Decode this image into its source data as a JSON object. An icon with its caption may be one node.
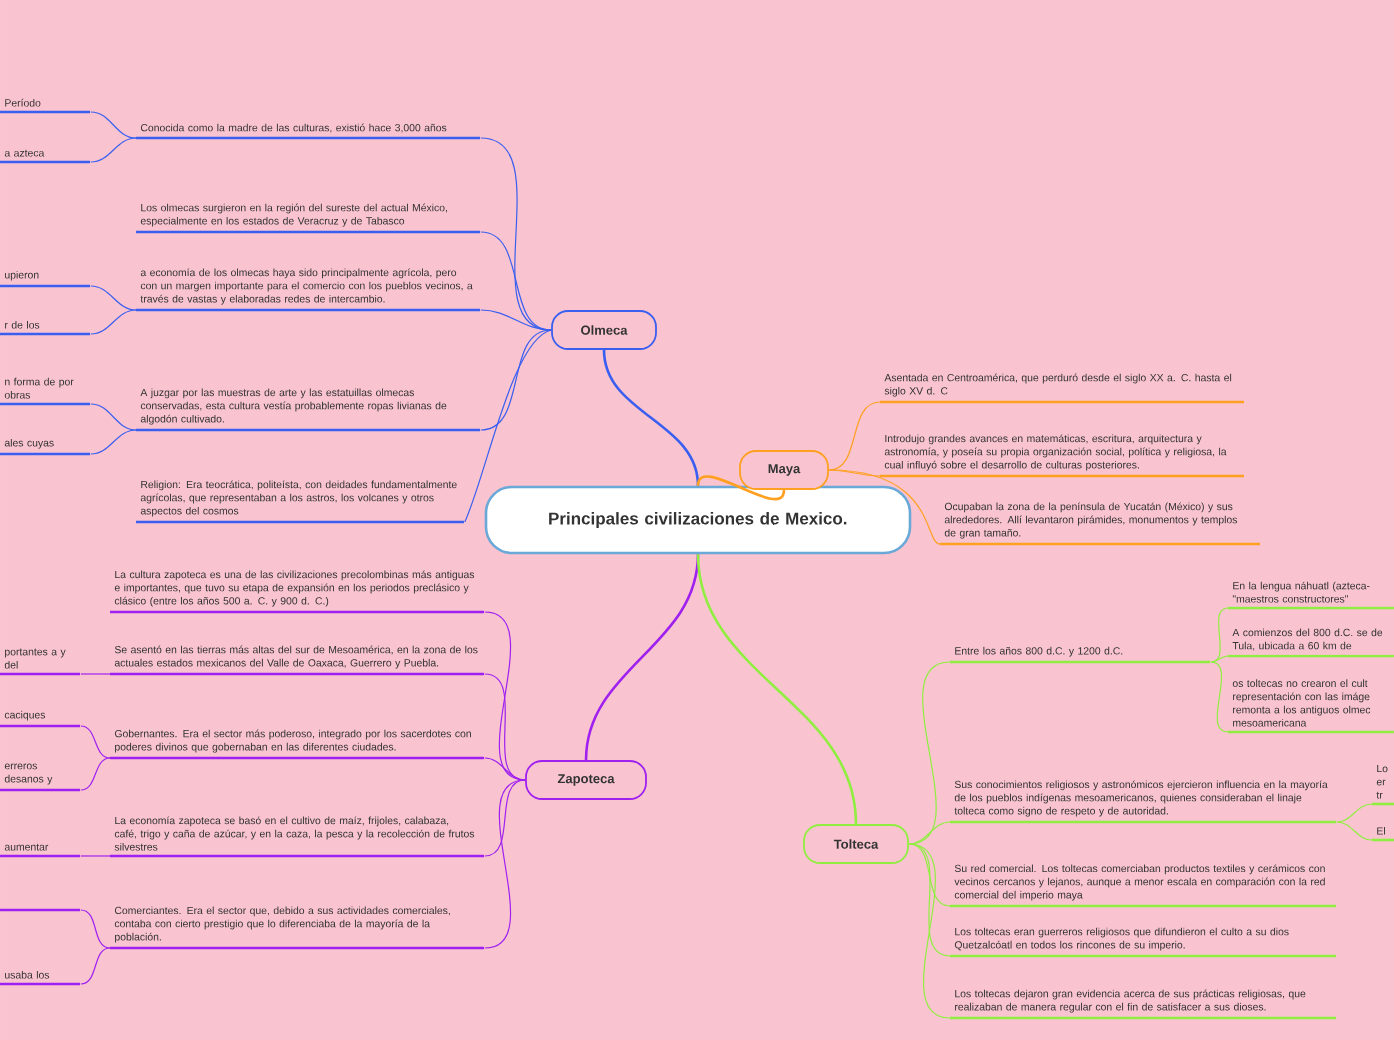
{
  "diagram": {
    "nodes": [
      {
        "text": [
          "Principales civilizaciones de Mexico."
        ]
      },
      {
        "text": [
          "Olmeca"
        ]
      },
      {
        "text": [
          "Conocida como la madre de las culturas, existió hace 3,000 años"
        ]
      },
      {
        "text": [
          "Período"
        ]
      },
      {
        "text": [
          "a azteca"
        ]
      },
      {
        "text": [
          "Los olmecas surgieron en la región del sureste del actual México, especialmente en los estados de Veracruz y de Tabasco"
        ]
      },
      {
        "text": [
          "a economía de los olmecas haya sido principalmente agrícola, pero con un margen importante para el comercio con los pueblos vecinos, a través de vastas y elaboradas redes de intercambio."
        ]
      },
      {
        "text": [
          "upieron"
        ]
      },
      {
        "text": [
          "r de los"
        ]
      },
      {
        "text": [
          "A juzgar por las muestras de arte y las estatuillas olmecas conservadas, esta cultura vestía probablemente ropas livianas de algodón cultivado."
        ]
      },
      {
        "text": [
          "n forma de por obras"
        ]
      },
      {
        "text": [
          "ales cuyas"
        ]
      },
      {
        "text": [
          "Religion: Era teocrática, politeísta, con deidades fundamentalmente agrícolas, que representaban a los astros, los volcanes y otros aspectos del cosmos"
        ]
      },
      {
        "text": [
          "Maya"
        ]
      },
      {
        "text": [
          "Asentada en Centroamérica, que perduró desde el siglo XX a. C. hasta el siglo XV d. C"
        ]
      },
      {
        "text": [
          "Introdujo grandes avances en matemáticas, escritura, arquitectura y astronomía, y poseía su propia organización social, política y religiosa, la cual influyó sobre el desarrollo de culturas posteriores."
        ]
      },
      {
        "text": [
          "Ocupaban la zona de la península de Yucatán (México) y sus alrededores. Allí levantaron pirámides, monumentos y templos de gran tamaño."
        ]
      },
      {
        "text": [
          "Zapoteca"
        ]
      },
      {
        "text": [
          "La cultura zapoteca es una de las civilizaciones precolombinas más antiguas e importantes, que tuvo su etapa de expansión en los periodos preclásico y clásico (entre los años 500 a. C. y 900 d. C.)"
        ]
      },
      {
        "text": [
          "Se asentó en las tierras más altas del sur de Mesoamérica, en la zona de los actuales estados mexicanos del Valle de Oaxaca, Guerrero y Puebla."
        ]
      },
      {
        "text": [
          "portantes a y del"
        ]
      },
      {
        "text": [
          "Gobernantes. Era el sector más poderoso, integrado por los sacerdotes con poderes divinos que gobernaban en las diferentes ciudades."
        ]
      },
      {
        "text": [
          "caciques"
        ]
      },
      {
        "text": [
          "erreros desanos y"
        ]
      },
      {
        "text": [
          "La economía zapoteca se basó en el cultivo de maíz, frijoles, calabaza, café, trigo y caña de azúcar, y en la caza, la pesca y la recolección de frutos silvestres"
        ]
      },
      {
        "text": [
          "aumentar"
        ]
      },
      {
        "text": [
          "Comerciantes. Era el sector que, debido a sus actividades comerciales, contaba con cierto prestigio que lo diferenciaba de la mayoría de la población."
        ]
      },
      {
        "text": [],
        "shape": "bar"
      },
      {
        "text": [
          "usaba los"
        ]
      },
      {
        "text": [
          "Tolteca"
        ]
      },
      {
        "text": [
          "Entre los años 800 d.C. y 1200 d.C."
        ]
      },
      {
        "text": [
          "En la lengua náhuatl (azteca- \"maestros constructores\""
        ]
      },
      {
        "text": [
          "A comienzos del 800 d.C. se de Tula, ubicada a 60 km de"
        ]
      },
      {
        "text": [
          "os toltecas no crearon el cult representación con las imáge remonta a los antiguos olmec mesoamericana"
        ]
      },
      {
        "text": [
          "Sus conocimientos religiosos y astronómicos ejercieron influencia en la mayoría de los pueblos indígenas mesoamericanos, quienes consideraban el linaje tolteca como signo de respeto y de autoridad."
        ]
      },
      {
        "text": [
          "Lo er tr"
        ]
      },
      {
        "text": [
          "El"
        ]
      },
      {
        "text": [
          "Su red comercial. Los toltecas comerciaban productos textiles y cerámicos con vecinos cercanos y lejanos, aunque a menor escala en comparación con la red comercial del imperio maya"
        ]
      },
      {
        "text": [
          "Los toltecas eran guerreros religiosos que difundieron el culto a su dios Quetzalcóatl en todos los rincones de su imperio."
        ]
      },
      {
        "text": [
          "Los toltecas dejaron gran evidencia acerca de sus prácticas religiosas, que realizaban de manera regular con el fin de satisfacer a sus dioses."
        ]
      }
    ],
    "edges": [
      {
        "from": 0,
        "to": 1,
        "arrow": "none",
        "color": "#3a5ff0"
      },
      {
        "from": 0,
        "to": 13,
        "arrow": "none",
        "color": "#ffa020"
      },
      {
        "from": 0,
        "to": 17,
        "arrow": "none",
        "color": "#a020f0"
      },
      {
        "from": 0,
        "to": 29,
        "arrow": "none",
        "color": "#90ee40"
      },
      {
        "from": 1,
        "to": 2,
        "arrow": "none",
        "color": "#3a5ff0"
      },
      {
        "from": 2,
        "to": 3,
        "arrow": "none",
        "color": "#3a5ff0"
      },
      {
        "from": 2,
        "to": 4,
        "arrow": "none",
        "color": "#3a5ff0"
      },
      {
        "from": 1,
        "to": 5,
        "arrow": "none",
        "color": "#3a5ff0"
      },
      {
        "from": 1,
        "to": 6,
        "arrow": "none",
        "color": "#3a5ff0"
      },
      {
        "from": 6,
        "to": 7,
        "arrow": "none",
        "color": "#3a5ff0"
      },
      {
        "from": 6,
        "to": 8,
        "arrow": "none",
        "color": "#3a5ff0"
      },
      {
        "from": 1,
        "to": 9,
        "arrow": "none",
        "color": "#3a5ff0"
      },
      {
        "from": 9,
        "to": 10,
        "arrow": "none",
        "color": "#3a5ff0"
      },
      {
        "from": 9,
        "to": 11,
        "arrow": "none",
        "color": "#3a5ff0"
      },
      {
        "from": 1,
        "to": 12,
        "arrow": "none",
        "color": "#3a5ff0"
      },
      {
        "from": 13,
        "to": 14,
        "arrow": "none",
        "color": "#ffa020"
      },
      {
        "from": 13,
        "to": 15,
        "arrow": "none",
        "color": "#ffa020"
      },
      {
        "from": 13,
        "to": 16,
        "arrow": "none",
        "color": "#ffa020"
      },
      {
        "from": 17,
        "to": 18,
        "arrow": "none",
        "color": "#a020f0"
      },
      {
        "from": 17,
        "to": 19,
        "arrow": "none",
        "color": "#a020f0"
      },
      {
        "from": 19,
        "to": 20,
        "arrow": "none",
        "color": "#a020f0"
      },
      {
        "from": 17,
        "to": 21,
        "arrow": "none",
        "color": "#a020f0"
      },
      {
        "from": 21,
        "to": 22,
        "arrow": "none",
        "color": "#a020f0"
      },
      {
        "from": 21,
        "to": 23,
        "arrow": "none",
        "color": "#a020f0"
      },
      {
        "from": 17,
        "to": 24,
        "arrow": "none",
        "color": "#a020f0"
      },
      {
        "from": 24,
        "to": 25,
        "arrow": "none",
        "color": "#a020f0"
      },
      {
        "from": 17,
        "to": 26,
        "arrow": "none",
        "color": "#a020f0"
      },
      {
        "from": 26,
        "to": 27,
        "arrow": "none",
        "color": "#a020f0"
      },
      {
        "from": 26,
        "to": 28,
        "arrow": "none",
        "color": "#a020f0"
      },
      {
        "from": 29,
        "to": 30,
        "arrow": "none",
        "color": "#90ee40"
      },
      {
        "from": 30,
        "to": 31,
        "arrow": "none",
        "color": "#90ee40"
      },
      {
        "from": 30,
        "to": 32,
        "arrow": "none",
        "color": "#90ee40"
      },
      {
        "from": 30,
        "to": 33,
        "arrow": "none",
        "color": "#90ee40"
      },
      {
        "from": 29,
        "to": 34,
        "arrow": "none",
        "color": "#90ee40"
      },
      {
        "from": 34,
        "to": 35,
        "arrow": "none",
        "color": "#90ee40"
      },
      {
        "from": 34,
        "to": 36,
        "arrow": "none",
        "color": "#90ee40"
      },
      {
        "from": 29,
        "to": 37,
        "arrow": "none",
        "color": "#90ee40"
      },
      {
        "from": 29,
        "to": 38,
        "arrow": "none",
        "color": "#90ee40"
      },
      {
        "from": 29,
        "to": 39,
        "arrow": "none",
        "color": "#90ee40"
      }
    ]
  }
}
